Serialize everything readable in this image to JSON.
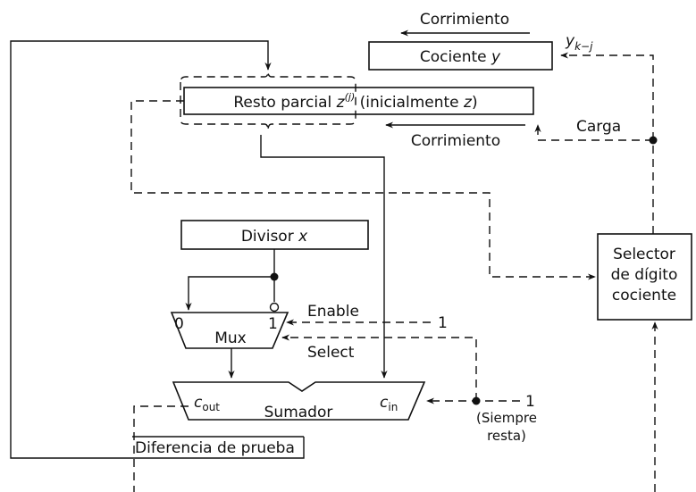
{
  "labels": {
    "corrimiento_top": "Corrimiento",
    "cociente": "Cociente ",
    "cociente_var": "y",
    "y_index_var": "y",
    "y_index_sub": "k−j",
    "resto": "Resto parcial ",
    "resto_var": "z",
    "resto_sup": "(j)",
    "resto_tail": " (inicialmente ",
    "resto_tail_var": "z",
    "resto_tail_end": ")",
    "carga": "Carga",
    "corrimiento_bottom": "Corrimiento",
    "divisor": "Divisor ",
    "divisor_var": "x",
    "selector_line1": "Selector",
    "selector_line2": "de dígito",
    "selector_line3": "cociente",
    "mux": "Mux",
    "mux_in0": "0",
    "mux_in1": "1",
    "enable": "Enable",
    "enable_value": "1",
    "select": "Select",
    "sumador": "Sumador",
    "cout_c": "c",
    "cout_sub": "out",
    "cin_c": "c",
    "cin_sub": "in",
    "cin_value": "1",
    "siempre_line1": "(Siempre",
    "siempre_line2": "resta)",
    "diferencia": "Diferencia de prueba"
  }
}
